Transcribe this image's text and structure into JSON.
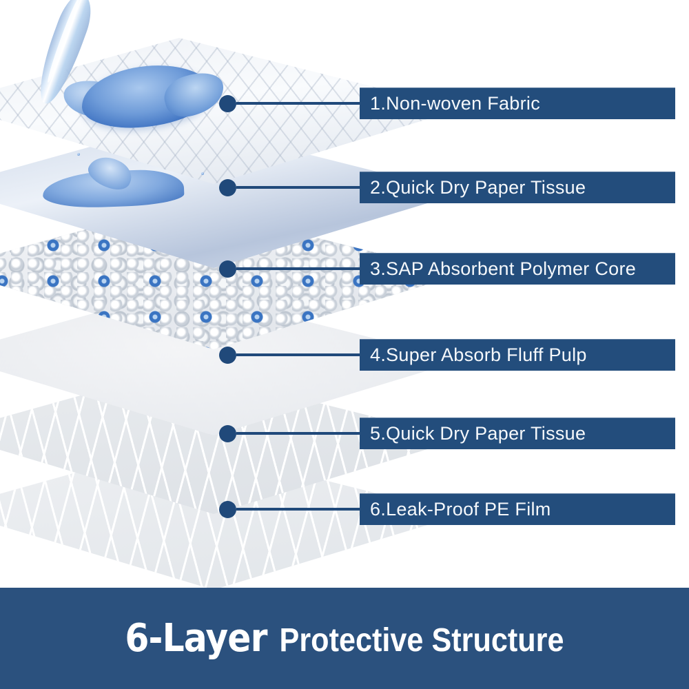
{
  "diagram": {
    "callouts": [
      {
        "label": "1.Non-woven Fabric"
      },
      {
        "label": "2.Quick Dry Paper Tissue"
      },
      {
        "label": "3.SAP Absorbent Polymer Core"
      },
      {
        "label": "4.Super Absorb Fluff Pulp"
      },
      {
        "label": "5.Quick Dry Paper Tissue"
      },
      {
        "label": "6.Leak-Proof PE Film"
      }
    ]
  },
  "banner": {
    "highlight": "6-Layer",
    "title": "Protective Structure"
  },
  "colors": {
    "accent": "#234d7c",
    "banner": "#2b517e",
    "water_dark": "#3a6fc0",
    "water_light": "#a9c8ee"
  }
}
